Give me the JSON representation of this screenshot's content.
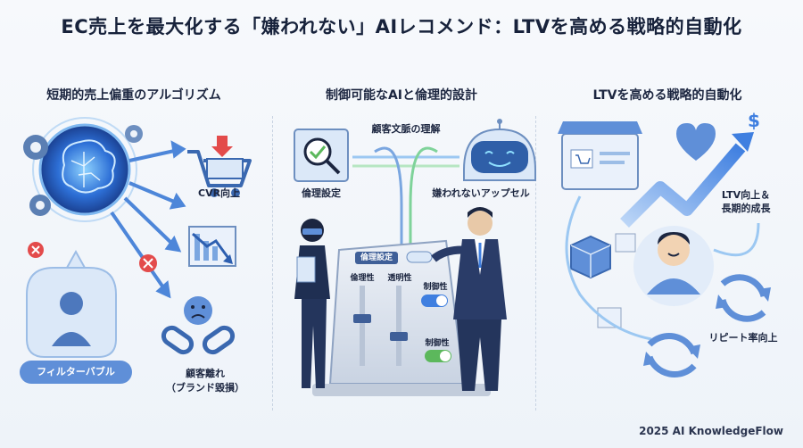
{
  "title": "EC売上を最大化する「嫌われない」AIレコメンド：LTVを高める戦略的自動化",
  "panels": [
    {
      "heading": "短期的売上偏重のアルゴリズム",
      "labels": {
        "cvr": "CVR向上",
        "filter_bubble": "フィルターバブル",
        "churn_line1": "顧客離れ",
        "churn_line2": "（ブランド毀損）"
      }
    },
    {
      "heading": "制御可能なAIと倫理的設計",
      "labels": {
        "understanding": "顧客文脈の理解",
        "ethics": "倫理設定",
        "appeal": "嫌われないアップセル",
        "panel_header": "倫理設定",
        "ethics_slider": "倫理性",
        "transparency_slider": "透明性",
        "control_toggle": "制御性",
        "control_toggle2": "制御性"
      }
    },
    {
      "heading": "LTVを高める戦略的自動化",
      "labels": {
        "ltv_line1": "LTV向上＆",
        "ltv_line2": "長期的成長",
        "repeat": "リピート率向上"
      }
    }
  ],
  "footer": "2025 AI KnowledgeFlow",
  "colors": {
    "accent_blue": "#3f7fe0",
    "arrow_blue": "#4d86d9",
    "red": "#e34b4b",
    "green": "#5cb85c",
    "bg": "#f4f7fb"
  }
}
